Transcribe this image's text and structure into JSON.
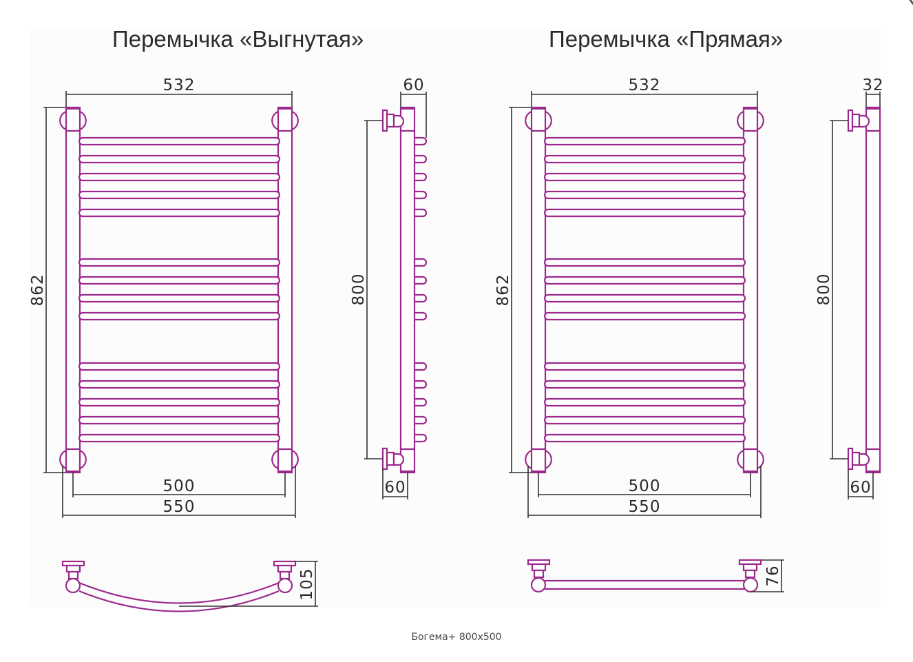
{
  "titles": {
    "left": "Перемычка «Выгнутая»",
    "right": "Перемычка «Прямая»"
  },
  "caption": "Богема+ 800x500",
  "colors": {
    "pipe": "#9b2a8c",
    "dimension_line": "#333333",
    "text": "#2b2b2b",
    "sheet_background": "#fcfcfc"
  },
  "variants": [
    {
      "id": "curved",
      "title_key": "left",
      "front_view": {
        "top_width": "532",
        "height": "862",
        "inner_width": "500",
        "outer_width": "550",
        "bar_groups": [
          5,
          4,
          5
        ]
      },
      "side_view": {
        "depth_top": "60",
        "pipe_spacing": "800",
        "depth_bottom": "60"
      },
      "top_view": {
        "projection": "105",
        "shape": "arc"
      }
    },
    {
      "id": "straight",
      "title_key": "right",
      "front_view": {
        "top_width": "532",
        "height": "862",
        "inner_width": "500",
        "outer_width": "550",
        "bar_groups": [
          5,
          4,
          5
        ]
      },
      "side_view": {
        "depth_top": "32",
        "pipe_spacing": "800",
        "depth_bottom": "60"
      },
      "top_view": {
        "projection": "76",
        "shape": "straight"
      }
    }
  ]
}
